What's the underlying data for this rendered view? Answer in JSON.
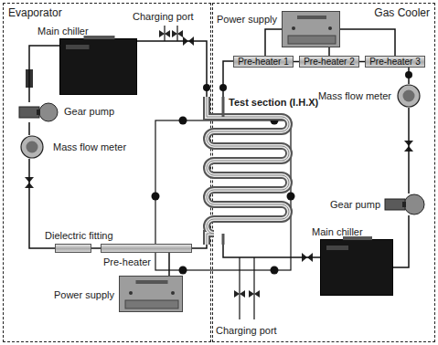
{
  "diagram": {
    "nodes": [
      {
        "text": [
          "Evaporator"
        ]
      },
      {
        "text": [
          "Gas Cooler"
        ]
      },
      {
        "text": [
          "Main chiller"
        ],
        "in": 0
      },
      {
        "text": [
          "Gear pump"
        ],
        "in": 0
      },
      {
        "text": [
          "Mass flow meter"
        ],
        "in": 0
      },
      {
        "text": [
          "Dielectric fitting"
        ],
        "in": 0
      },
      {
        "text": [
          "Pre-heater"
        ],
        "in": 0
      },
      {
        "text": [
          "Power supply"
        ],
        "in": 0
      },
      {
        "text": [
          "Test section (I.H.X)"
        ]
      },
      {
        "text": [
          "Pre-heater 1"
        ],
        "in": 1
      },
      {
        "text": [
          "Pre-heater 2"
        ],
        "in": 1
      },
      {
        "text": [
          "Pre-heater 3"
        ],
        "in": 1
      },
      {
        "text": [
          "Power supply"
        ],
        "in": 1
      },
      {
        "text": [
          "Mass flow meter"
        ],
        "in": 1
      },
      {
        "text": [
          "Gear pump"
        ],
        "in": 1
      },
      {
        "text": [
          "Main chiller"
        ],
        "in": 1
      }
    ],
    "edges": [
      {
        "from": 2,
        "to": 3,
        "arrow": "none"
      },
      {
        "from": 3,
        "to": 4,
        "arrow": "none"
      },
      {
        "from": 4,
        "to": 5,
        "arrow": "none"
      },
      {
        "from": 5,
        "to": 6,
        "arrow": "none"
      },
      {
        "from": 6,
        "to": 8,
        "arrow": "none"
      },
      {
        "from": 7,
        "to": 6,
        "arrow": "none"
      },
      {
        "from": 2,
        "to": 8,
        "arrow": "none"
      },
      {
        "from": 8,
        "to": 9,
        "arrow": "none"
      },
      {
        "from": 9,
        "to": 10,
        "arrow": "none"
      },
      {
        "from": 10,
        "to": 11,
        "arrow": "none"
      },
      {
        "from": 11,
        "to": 13,
        "arrow": "none"
      },
      {
        "from": 13,
        "to": 14,
        "arrow": "none"
      },
      {
        "from": 14,
        "to": 15,
        "arrow": "none"
      },
      {
        "from": 15,
        "to": 8,
        "arrow": "none"
      },
      {
        "from": 12,
        "to": 9,
        "arrow": "none"
      },
      {
        "from": 12,
        "to": 10,
        "arrow": "none"
      },
      {
        "from": 12,
        "to": 11,
        "arrow": "none"
      }
    ],
    "labels": [
      "Charging port",
      "Charging port"
    ]
  }
}
